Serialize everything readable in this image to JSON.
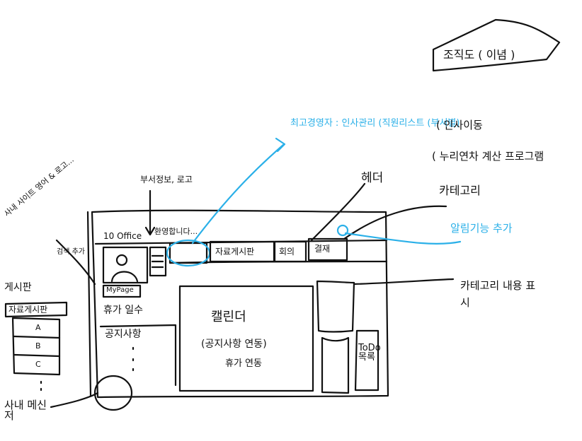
{
  "colors": {
    "ink": "#111111",
    "highlight": "#2bb0e8",
    "paper": "#ffffff"
  },
  "top_notes": {
    "staff_intro": "최고경영자 : 인사관리 (직원리스트 (부서별)",
    "org_chart": "조직도 ( 이념 )",
    "transfer": "( 인사이동",
    "leave_calc": "( 누리연차 계산 프로그램"
  },
  "header_notes": {
    "header_label": "헤더",
    "category_label": "카테고리",
    "alert_label": "알림기능 추가",
    "dept_info": "부서정보, 로고",
    "site_name": "사내 사이트 영어 & 로고...",
    "search_note": "검색 추가"
  },
  "app": {
    "brand": "10 Office",
    "welcome": "환영합니다...",
    "nav_tabs": [
      "자료게시판",
      "회의",
      "결재"
    ],
    "mypage_button": "MyPage",
    "vacation_label": "휴가 일수",
    "notice_label": "공지사항",
    "calendar_title": "캘린더",
    "calendar_sub": "(공지사항 연동)",
    "calendar_sub2": "휴가 연동",
    "todo_label": "ToDo 목록"
  },
  "sidebar_notes": {
    "board_title": "게시판",
    "board_sub": "자료게시판",
    "board_items": [
      "A",
      "B",
      "C"
    ],
    "messenger": "사내 메신저"
  },
  "right_notes": {
    "category_content": "카테고리 내용 표시"
  }
}
